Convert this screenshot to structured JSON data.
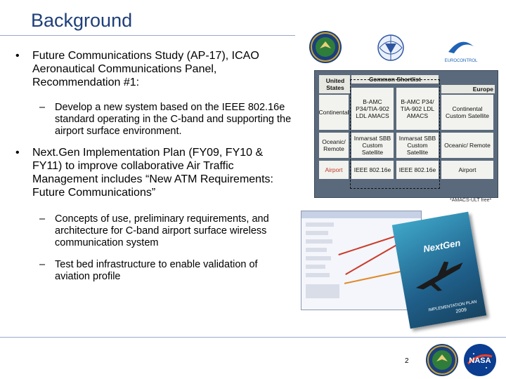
{
  "slide": {
    "title": "Background",
    "page_number": "2",
    "bullets": [
      {
        "marker": "•",
        "text": "Future Communications Study (AP-17), ICAO Aeronautical Communications Panel, Recommendation #1:",
        "subs": [
          {
            "marker": "–",
            "text": "Develop a new system based on the IEEE 802.16e standard operating in the C-band and supporting the airport surface environment."
          }
        ]
      },
      {
        "marker": "•",
        "text": "Next.Gen Implementation Plan (FY09, FY10 & FY11) to improve collaborative Air Traffic Management includes “New ATM Requirements: Future Communications”",
        "subs": [
          {
            "marker": "–",
            "text": "Concepts of use, preliminary requirements, and architecture for C-band airport surface wireless communication system"
          },
          {
            "marker": "–",
            "text": "Test bed infrastructure to enable validation of aviation profile"
          }
        ]
      }
    ]
  },
  "shortlist": {
    "col_left": "United States",
    "col_mid": "Common Shortlist",
    "col_right": "Europe",
    "rows": [
      {
        "left": "Continental",
        "mid1": "B-AMC P34/TIA-902 LDL AMACS",
        "mid2": "B-AMC P34/ TIA-902 LDL AMACS",
        "right": "Continental Custom Satellite"
      },
      {
        "left": "Oceanic/ Remote",
        "mid1": "Inmarsat SBB Custom Satellite",
        "mid2": "Inmarsat SBB Custom Satellite",
        "right": "Oceanic/ Remote"
      },
      {
        "left": "Airport",
        "mid1": "IEEE 802.16e",
        "mid2": "IEEE 802.16e",
        "right": "Airport"
      }
    ],
    "caption": "*AMACS-ULT free*"
  },
  "book": {
    "title": "NextGen",
    "footer": "IMPLEMENTATION PLAN",
    "year": "2009"
  },
  "colors": {
    "title": "#1f3f7a",
    "accent": "#9aa9c6"
  }
}
